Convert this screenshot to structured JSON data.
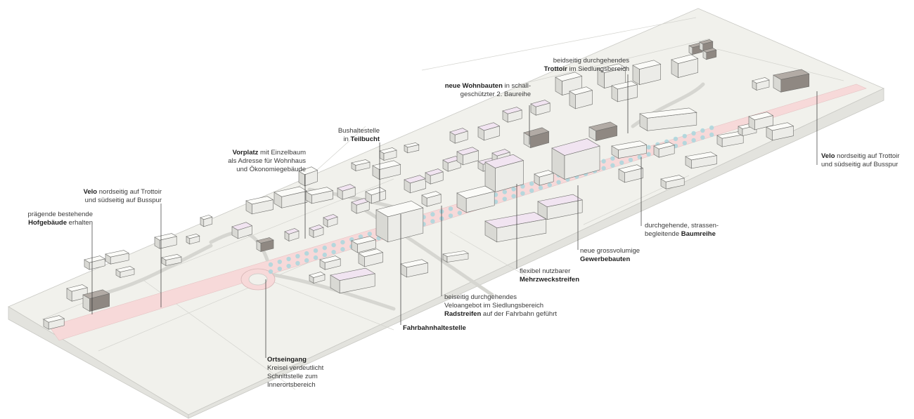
{
  "colors": {
    "ground": "#f1f1ec",
    "ground_side": "#e3e3de",
    "ground_edge": "#cfcfca",
    "road": "#f7d9d9",
    "trees": "#a9d6dd",
    "building_top": "#fbfbf8",
    "building_side": "#d9d9d4",
    "commercial_top": "#f1e4f1",
    "barn_top": "#b2aba5",
    "leader": "#333333"
  },
  "labels": {
    "hofgebaeude": {
      "l1": "prägende bestehende",
      "b2": "Hofgebäude",
      "n2": " erhalten"
    },
    "velo_west": {
      "b1": "Velo",
      "n1": " nordseitig auf Trottoir",
      "l2": "und südseitig auf Busspur"
    },
    "vorplatz": {
      "b1": "Vorplatz",
      "n1": " mit Einzelbaum",
      "l2": "als Adresse für Wohnhaus",
      "l3": "und Ökonomiegebäude"
    },
    "bushaltestelle": {
      "l1": "Bushaltestelle",
      "n2": "in ",
      "b2": "Teilbucht"
    },
    "wohnbauten": {
      "b1": "neue Wohnbauten",
      "n1": " in schall-",
      "l2": "geschützter 2. Baureihe"
    },
    "trottoir": {
      "l1": "beidseitig durchgehendes",
      "b2": "Trottoir",
      "n2": " im Siedlungsbereich"
    },
    "velo_east": {
      "b1": "Velo",
      "n1": " nordseitig auf Trottoir",
      "l2": "und südseitig auf Busspur"
    },
    "baumreihe": {
      "l1": "durchgehende, strassen-",
      "n2": "begleitende ",
      "b2": "Baumreihe"
    },
    "gewerbebauten": {
      "l1": "neue grossvolumige",
      "b2": "Gewerbebauten"
    },
    "mehrzweck": {
      "l1": "flexibel nutzbarer",
      "b2": "Mehrzweckstreifen"
    },
    "radstreifen": {
      "l1": "beiseitig durchgehendes",
      "l2": "Veloangebot im Siedlungsbereich",
      "b3": "Radstreifen",
      "n3": " auf der Fahrbahn geführt"
    },
    "fahrbahnhalt": {
      "b1": "Fahrbahnhaltestelle"
    },
    "ortseingang": {
      "b1": "Ortseingang",
      "l2": "Kreisel verdeutlicht",
      "l3": "Schnittstelle zum",
      "l4": "Innerortsbereich"
    }
  }
}
